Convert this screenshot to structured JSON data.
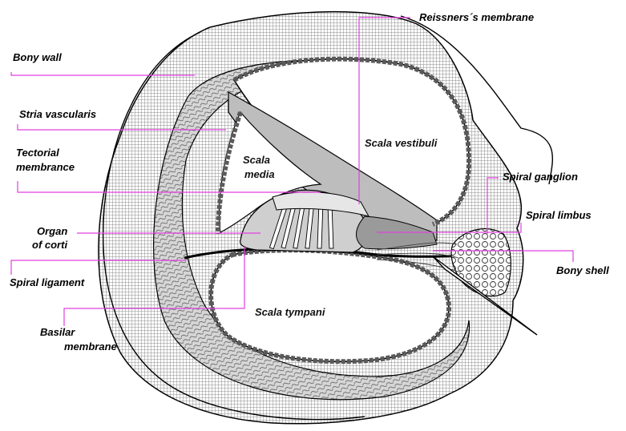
{
  "diagram": {
    "labels": {
      "reissners_membrane": "Reissners´s membrane",
      "bony_wall": "Bony wall",
      "stria_vascularis": "Stria vascularis",
      "tectorial_line1": "Tectorial",
      "tectorial_line2": "membrance",
      "organ_line1": "Organ",
      "organ_line2": "of corti",
      "spiral_ligament": "Spiral ligament",
      "basilar_line1": "Basilar",
      "basilar_line2": "membrane",
      "spiral_ganglion": "Spiral ganglion",
      "spiral_limbus": "Spiral limbus",
      "bony_shell": "Bony shell"
    },
    "regions": {
      "scala_vestibuli": "Scala vestibuli",
      "scala_media_line1": "Scala",
      "scala_media_line2": "media",
      "scala_tympani": "Scala tympani"
    },
    "colors": {
      "leader": "#e040e0",
      "hatch": "#8c8c8c",
      "outline": "#000000",
      "wall_fill": "#cfcfcf",
      "cell_fill": "#6a6a6a"
    }
  }
}
